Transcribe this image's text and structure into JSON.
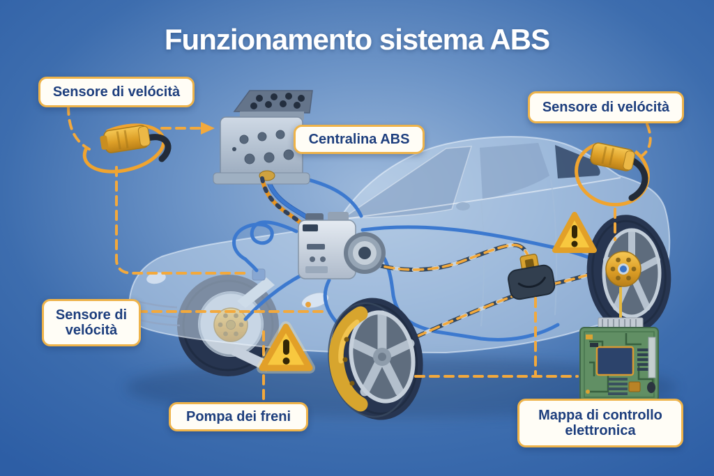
{
  "title": "Funzionamento sistema ABS",
  "labels": [
    {
      "id": "speed-sensor-front-left",
      "text": "Sensore di velócità"
    },
    {
      "id": "abs-control-unit",
      "text": "Centralina ABS"
    },
    {
      "id": "speed-sensor-rear",
      "text": "Sensore di velócità"
    },
    {
      "id": "speed-sensor-left-wheel",
      "text": "Sensore di velócità"
    },
    {
      "id": "brake-pump",
      "text": "Pompa dei freni"
    },
    {
      "id": "electronic-control-map",
      "text": "Mappa di controllo elettronica"
    }
  ],
  "icons": [
    {
      "name": "warning-icon",
      "glyph": "⚠",
      "count": 2
    },
    {
      "name": "arrow-right-icon",
      "glyph": "➤",
      "count": 1
    },
    {
      "name": "speed-sensor-icon",
      "glyph": "plug-with-cable",
      "count": 2
    }
  ],
  "colors": {
    "background_edge": "#2d5ea5",
    "background_center": "#9db9db",
    "connector_dash_orange": "#f3a93c",
    "label_border": "#eeb34a",
    "label_background": "#fffdf6",
    "label_text": "#1d3e7d",
    "title_text": "#ffffff",
    "warning_yellow": "#f8c83f",
    "warning_border": "#e2a028",
    "brake_line_blue": "#3c79cf",
    "sensor_gold": "#e2a62f",
    "circuit_board_green": "#618f64",
    "chip_navy": "#2c436b"
  }
}
